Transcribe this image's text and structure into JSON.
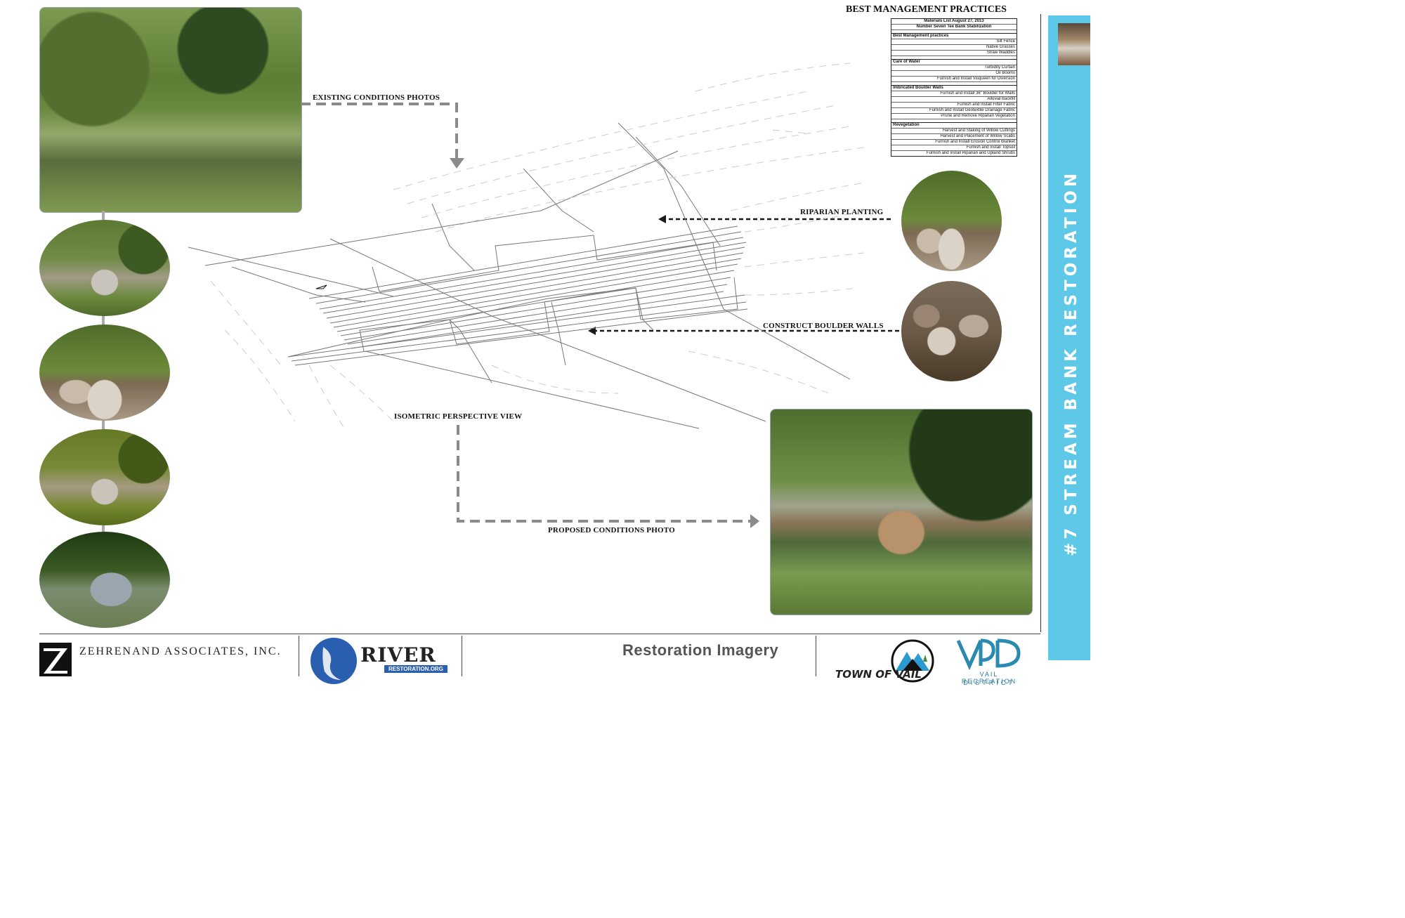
{
  "labels": {
    "existing": "EXISTING CONDITIONS PHOTOS",
    "riparian": "RIPARIAN PLANTING",
    "boulder": "CONSTRUCT BOULDER WALLS",
    "isometric": "ISOMETRIC PERSPECTIVE VIEW",
    "proposed": "PROPOSED CONDITIONS PHOTO"
  },
  "bmp": {
    "title": "BEST MANAGEMENT PRACTICES",
    "head1": "Materials List August 27, 2013",
    "head2": "Number  Seven Tee Bank Stabilization",
    "sections": [
      {
        "name": "Best Management practices",
        "items": [
          "Silt Fence",
          "Native Grasses",
          "Straw Waddles"
        ]
      },
      {
        "name": "Care of Water",
        "items": [
          "Turbidity Curtain",
          "Oil Booms",
          "Furnish and Install Visqueen for Diversion"
        ]
      },
      {
        "name": "Imbricated Boulder Walls",
        "items": [
          "Furnish and Install 36\" Boulder for Walls",
          "Alluvial Backfill",
          "Furnish and Install Filter Fabric",
          "Furnish and Install Geotextile Drainage Fabric",
          "Prune and Remove Riparian Vegetation"
        ]
      },
      {
        "name": "Revegetation",
        "items": [
          "Harvest and Staking of Willow Cuttings",
          "Harvest and Placement of Willow Scabs",
          "Furnish and Install Erosion Control Blanket",
          "Furnish and Install Topsoil",
          "Furnish and Install Riparian and Upland Shrubs"
        ]
      }
    ]
  },
  "banner": {
    "text": "#7 STREAM BANK RESTORATION",
    "color": "#5ec8e8"
  },
  "footer": {
    "zehren": "ZEHRENAND ASSOCIATES, INC.",
    "river": "RIVER",
    "river_url": "RESTORATION.ORG",
    "title": "Restoration Imagery",
    "tov": "TOWN OF VAIL",
    "vrd_line1": "VAIL RECREATION",
    "vrd_line2": "DISTRICT"
  },
  "colors": {
    "arrow": "#8a8a8a",
    "arrow_dark": "#1a1a1a",
    "river_blue": "#2a5fb0"
  }
}
